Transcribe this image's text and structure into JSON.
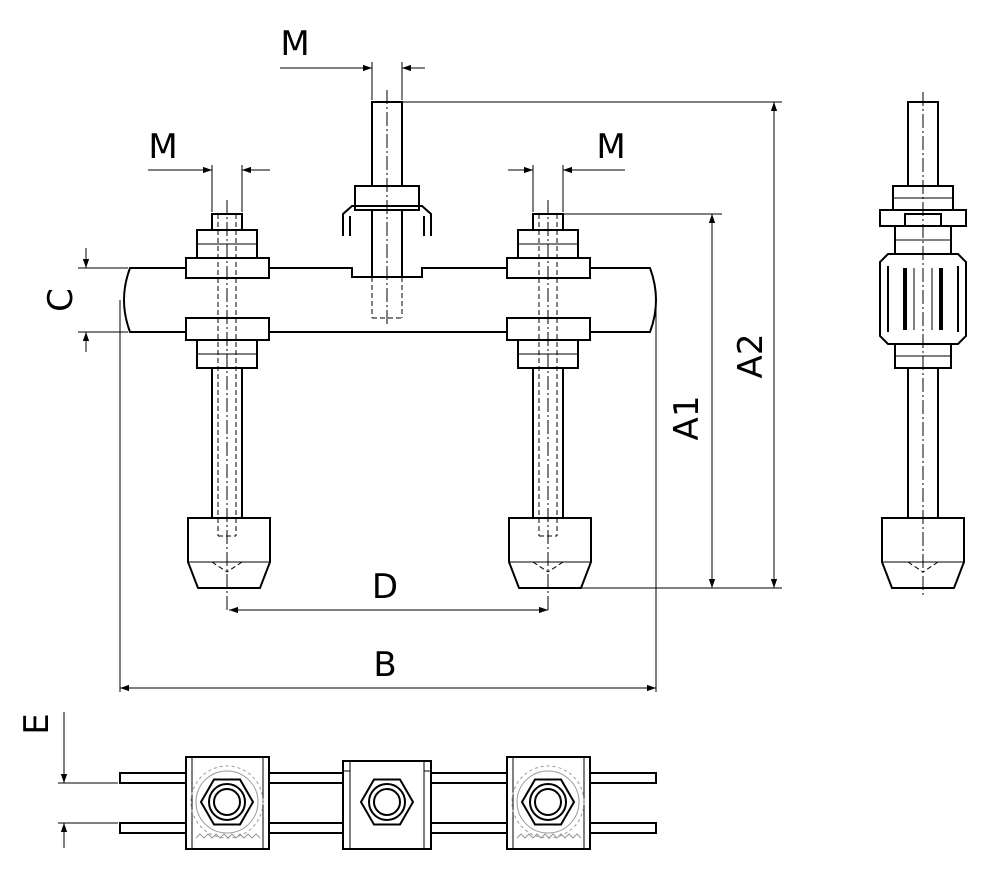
{
  "labels": {
    "thread_top": "M",
    "thread_left": "M",
    "thread_right": "M",
    "height_a1": "A1",
    "height_a2": "A2",
    "thickness_c": "C",
    "spacing_d": "D",
    "width_b": "B",
    "thickness_e": "E"
  }
}
